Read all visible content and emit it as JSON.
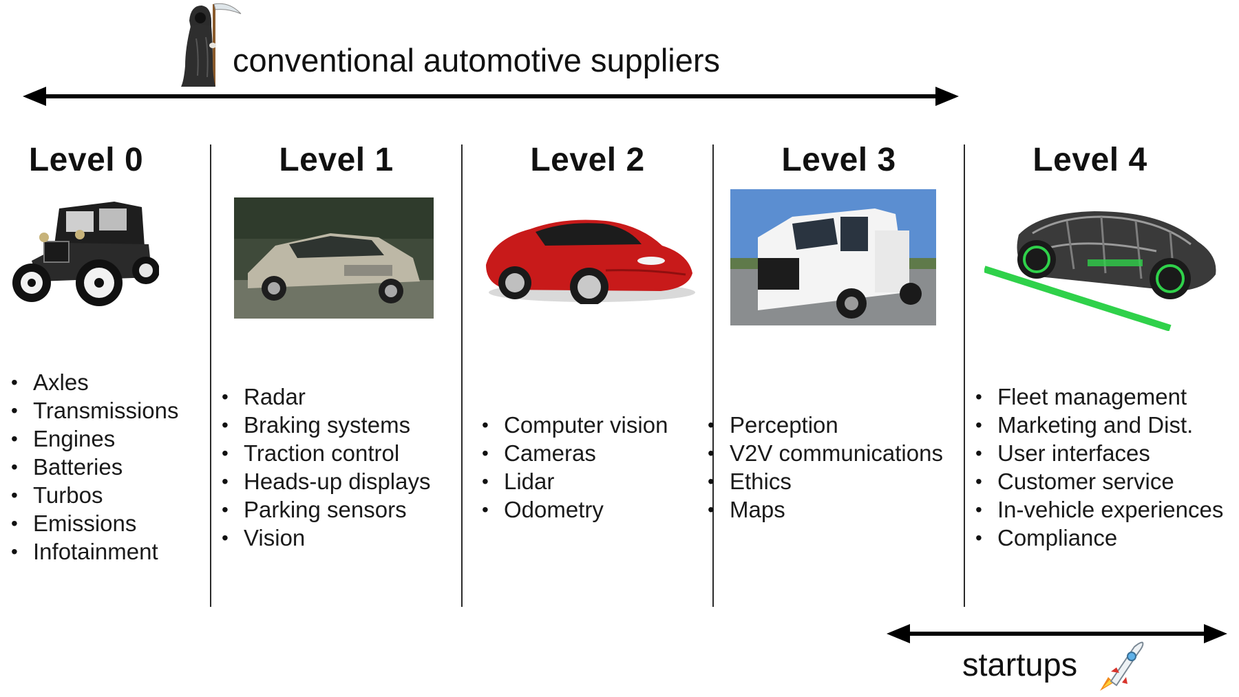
{
  "top_label": "conventional automotive suppliers",
  "bottom_label": "startups",
  "levels": [
    {
      "title": "Level 0",
      "items": [
        "Axles",
        "Transmissions",
        "Engines",
        "Batteries",
        "Turbos",
        "Emissions",
        "Infotainment"
      ]
    },
    {
      "title": "Level 1",
      "items": [
        "Radar",
        "Braking systems",
        "Traction control",
        "Heads-up displays",
        "Parking sensors",
        "Vision"
      ]
    },
    {
      "title": "Level 2",
      "items": [
        "Computer vision",
        "Cameras",
        "Lidar",
        "Odometry"
      ]
    },
    {
      "title": "Level 3",
      "items": [
        "Perception",
        "V2V communications",
        "Ethics",
        "Maps"
      ]
    },
    {
      "title": "Level 4",
      "items": [
        "Fleet management",
        "Marketing and Dist.",
        "User interfaces",
        "Customer service",
        "In-vehicle experiences",
        "Compliance"
      ]
    }
  ],
  "icons": {
    "reaper": "grim-reaper-icon",
    "rocket": "rocket-icon"
  },
  "colors": {
    "arrow": "#000000",
    "level2_car": "#c81a1a",
    "level4_accent": "#2fd14a"
  }
}
